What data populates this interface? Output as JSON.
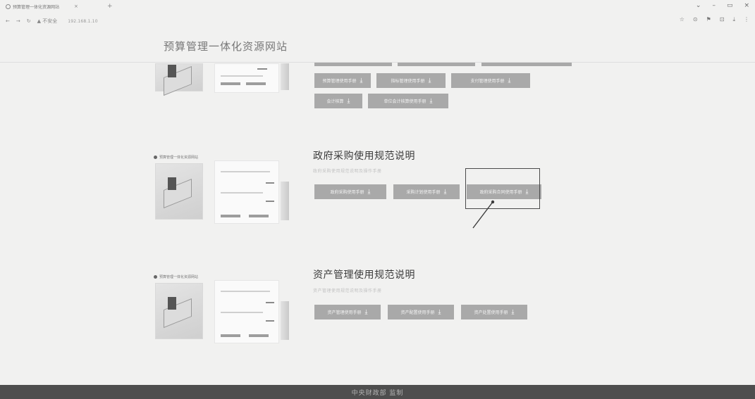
{
  "browser": {
    "tab_title": "预算管理一体化资源网站",
    "tab_close": "×",
    "tab_new": "+",
    "controls": [
      "⌄",
      "–",
      "▭",
      "×"
    ],
    "nav": [
      "←",
      "→",
      "↻"
    ],
    "security": "▲ 不安全",
    "url": "192.168.1.10",
    "toolbar_icons": [
      "☆",
      "⊙",
      "⚑",
      "⊡",
      "⤓",
      "⋮"
    ]
  },
  "site": {
    "title": "预算管理一体化资源网站"
  },
  "sections": [
    {
      "title": "",
      "subtitle": "",
      "buttons": [
        "预算管理使用手册",
        "指标管理使用手册",
        "支付管理使用手册",
        "会计核算",
        "单位会计核算使用手册"
      ]
    },
    {
      "thumb_header": "预算管理一体化资源网站",
      "title": "政府采购使用规范说明",
      "subtitle": "政府采购使用规范说明及操作手册",
      "buttons": [
        "政府采购使用手册",
        "采购计划使用手册",
        "政府采购合同使用手册"
      ]
    },
    {
      "thumb_header": "预算管理一体化资源网站",
      "title": "资产管理使用规范说明",
      "subtitle": "资产管理使用规范说明及操作手册",
      "buttons": [
        "资产管理使用手册",
        "资产配置使用手册",
        "资产处置使用手册"
      ]
    }
  ],
  "download_icon": "⤓",
  "footer": {
    "text": "中央财政部 监制"
  }
}
